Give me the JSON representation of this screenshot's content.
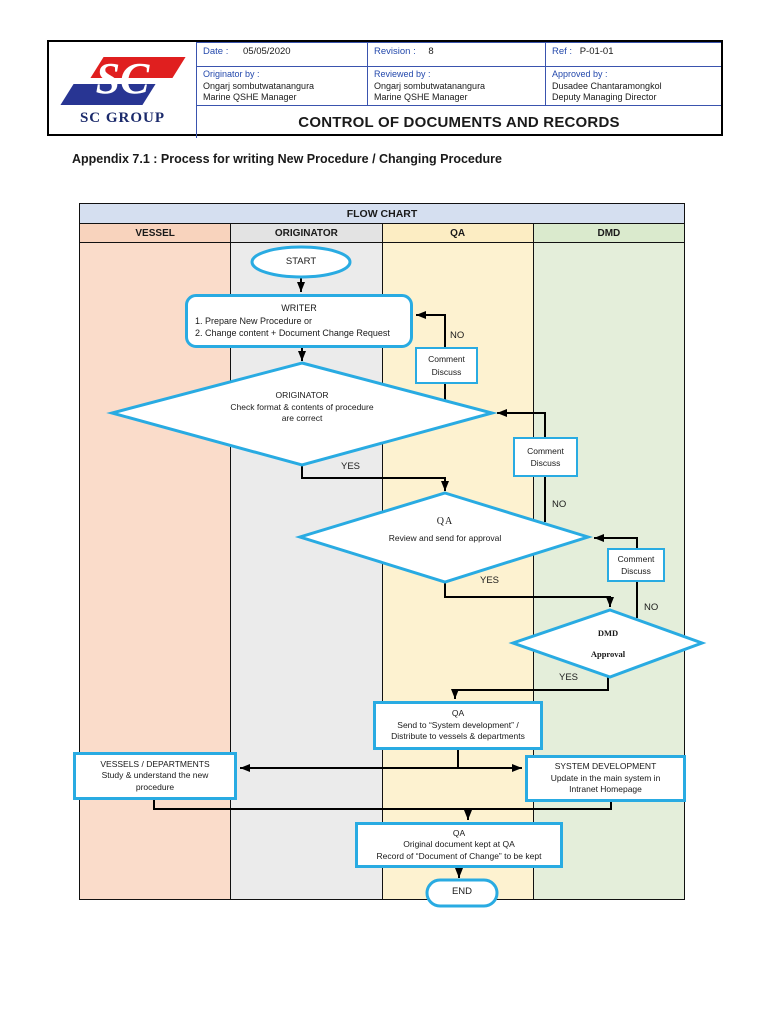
{
  "document": {
    "logo": {
      "monogram": "SC",
      "company": "SC GROUP"
    },
    "meta": {
      "date_label": "Date :",
      "date_value": "05/05/2020",
      "revision_label": "Revision :",
      "revision_value": "8",
      "ref_label": "Ref :",
      "ref_value": "P-01-01",
      "originator_label": "Originator by :",
      "originator_name": "Ongarj sombutwatanangura",
      "originator_role": "Marine QSHE Manager",
      "reviewed_label": "Reviewed by :",
      "reviewed_name": "Ongarj sombutwatanangura",
      "reviewed_role": "Marine QSHE Manager",
      "approved_label": "Approved by :",
      "approved_name": "Dusadee Chantaramongkol",
      "approved_role": "Deputy Managing Director"
    },
    "title": "CONTROL OF DOCUMENTS AND RECORDS",
    "appendix_heading": "Appendix 7.1 : Process for writing New Procedure / Changing Procedure"
  },
  "flowchart": {
    "table_title": "FLOW CHART",
    "lanes": [
      "VESSEL",
      "ORIGINATOR",
      "QA",
      "DMD"
    ],
    "labels": {
      "yes": "YES",
      "no": "NO"
    },
    "nodes": {
      "start": "START",
      "writer": {
        "title": "WRITER",
        "line1": "1. Prepare New Procedure or",
        "line2": "2. Change content + Document Change Request"
      },
      "originator_check": {
        "title": "ORIGINATOR",
        "line1": "Check format & contents of procedure",
        "line2": "are correct"
      },
      "comment_discuss": {
        "line1": "Comment",
        "line2": "Discuss"
      },
      "qa_review": {
        "title": "QA",
        "line1": "Review and send for approval"
      },
      "dmd_approval": {
        "title": "DMD",
        "line1": "Approval"
      },
      "qa_send": {
        "title": "QA",
        "line1": "Send to “System development” /",
        "line2": "Distribute to vessels & departments"
      },
      "vessels_study": {
        "title": "VESSELS / DEPARTMENTS",
        "line1": "Study & understand the new",
        "line2": "procedure"
      },
      "system_development": {
        "title": "SYSTEM DEVELOPMENT",
        "line1": "Update in the main system in",
        "line2": "Intranet Homepage"
      },
      "qa_keep": {
        "title": "QA",
        "line1": "Original document kept at QA",
        "line2": "Record of “Document of Change” to be kept"
      },
      "end": "END"
    },
    "colors": {
      "shape_border": "#29abe2",
      "connector": "#000000",
      "flow_header_bg": "#d5dff0",
      "vessel_bg": "#fadcca",
      "vessel_header_bg": "#f8d3bd",
      "originator_bg": "#ebebeb",
      "originator_header_bg": "#e3e3e3",
      "qa_bg": "#fdf2d0",
      "qa_header_bg": "#fcedc3",
      "dmd_bg": "#e4eeda",
      "dmd_header_bg": "#daeacd",
      "meta_label_blue": "#2449ac",
      "logo_red": "#e01f1f",
      "logo_blue": "#283593"
    }
  }
}
